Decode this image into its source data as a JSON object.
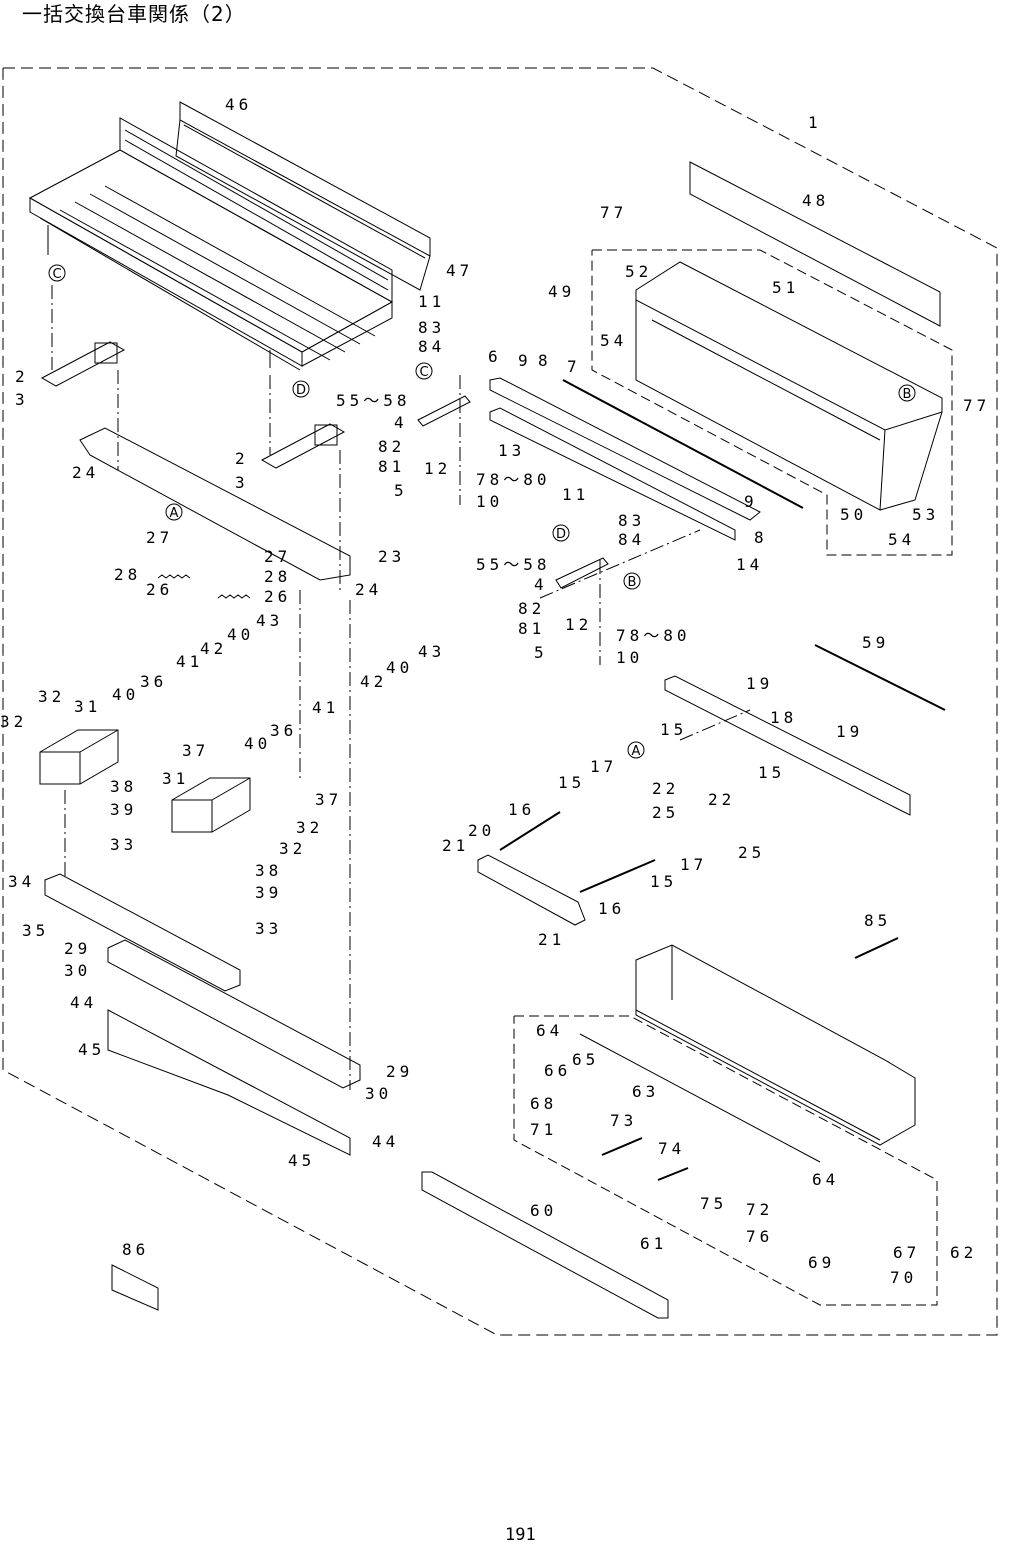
{
  "title": "一括交換台車関係（2）",
  "page_number": "191",
  "callouts": {
    "c46": "46",
    "c1": "1",
    "c48": "48",
    "c77a": "77",
    "c47": "47",
    "c49": "49",
    "c52": "52",
    "c51": "51",
    "c11a": "11",
    "c83a": "83",
    "c84a": "84",
    "c54a": "54",
    "c6": "6",
    "c9a": "9",
    "c8a": "8",
    "c7": "7",
    "c55a": "55～58",
    "c4a": "4",
    "c82a": "82",
    "c81a": "81",
    "c12a": "12",
    "c78a": "78～80",
    "c5a": "5",
    "c10a": "10",
    "c13": "13",
    "c77b": "77",
    "c50": "50",
    "c53": "53",
    "c54b": "54",
    "c11b": "11",
    "c83b": "83",
    "c84b": "84",
    "c9b": "9",
    "c8b": "8",
    "c14": "14",
    "c55b": "55～58",
    "c4b": "4",
    "c82b": "82",
    "c81b": "81",
    "c12b": "12",
    "c78b": "78～80",
    "c5b": "5",
    "c10b": "10",
    "c2a": "2",
    "c3a": "3",
    "c24a": "24",
    "c2b": "2",
    "c3b": "3",
    "c27a": "27",
    "c27b": "27",
    "c28a": "28",
    "c28b": "28",
    "c26a": "26",
    "c26b": "26",
    "c23": "23",
    "c24b": "24",
    "c43a": "43",
    "c40a": "40",
    "c42a": "42",
    "c41a": "41",
    "c36a": "36",
    "c32a": "32",
    "c31a": "31",
    "c40b": "40",
    "c32b": "32",
    "c37a": "37",
    "c38a": "38",
    "c39a": "39",
    "c33a": "33",
    "c43b": "43",
    "c42b": "42",
    "c40c": "40",
    "c41b": "41",
    "c40d": "40",
    "c36b": "36",
    "c31b": "31",
    "c37b": "37",
    "c32c": "32",
    "c32d": "32",
    "c38b": "38",
    "c39b": "39",
    "c33b": "33",
    "c34": "34",
    "c35": "35",
    "c29a": "29",
    "c30a": "30",
    "c44a": "44",
    "c45a": "45",
    "c29b": "29",
    "c30b": "30",
    "c44b": "44",
    "c45b": "45",
    "c59": "59",
    "c19a": "19",
    "c18": "18",
    "c19b": "19",
    "c15a": "15",
    "c17a": "17",
    "c22a": "22",
    "c15b": "15",
    "c25a": "25",
    "c16a": "16",
    "c20": "20",
    "c21a": "21",
    "c15c": "15",
    "c22b": "22",
    "c25b": "25",
    "c17b": "17",
    "c15d": "15",
    "c16b": "16",
    "c21b": "21",
    "c85": "85",
    "c64a": "64",
    "c65": "65",
    "c66": "66",
    "c63": "63",
    "c68": "68",
    "c71": "71",
    "c73": "73",
    "c74": "74",
    "c64b": "64",
    "c75": "75",
    "c72": "72",
    "c76": "76",
    "c60": "60",
    "c61": "61",
    "c67": "67",
    "c62": "62",
    "c69": "69",
    "c70": "70",
    "c86": "86"
  },
  "markers": {
    "mC1": "C",
    "mD1": "D",
    "mC2": "C",
    "mB1": "B",
    "mA1": "A",
    "mD2": "D",
    "mB2": "B",
    "mA2": "A"
  }
}
